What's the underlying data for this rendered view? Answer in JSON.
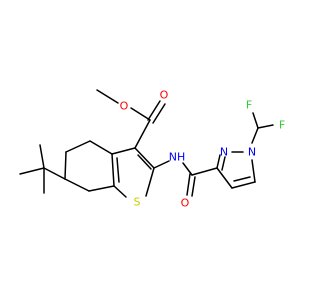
{
  "atoms": {
    "O_methoxy": {
      "text": "O",
      "color": "#ff0000"
    },
    "O_carbonyl": {
      "text": "O",
      "color": "#ff0000"
    },
    "N_amide": {
      "text": "NH",
      "color": "#0000ff"
    },
    "O_amide": {
      "text": "O",
      "color": "#ff0000"
    },
    "S": {
      "text": "S",
      "color": "#cccc00"
    },
    "N_pyrazole_a": {
      "text": "N",
      "color": "#0000ff"
    },
    "N_pyrazole_b": {
      "text": "N",
      "color": "#0000ff"
    },
    "F_top": {
      "text": "F",
      "color": "#33cc33"
    },
    "F_right": {
      "text": "F",
      "color": "#33cc33"
    }
  },
  "colors": {
    "bond": "#000000",
    "oxygen": "#ff0000",
    "nitrogen": "#0000ff",
    "sulfur": "#cccc00",
    "fluorine": "#33cc33",
    "background": "#ffffff"
  }
}
